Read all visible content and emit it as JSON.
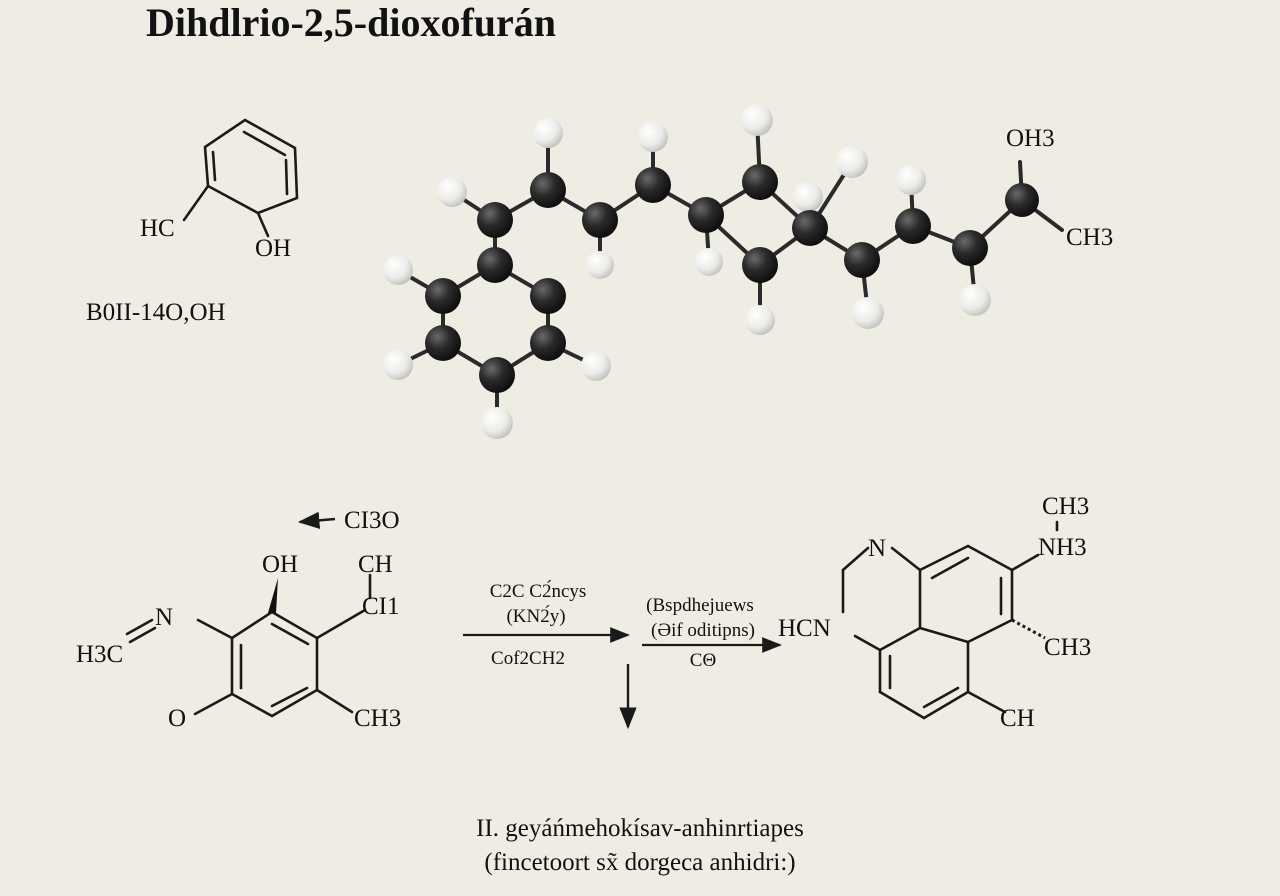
{
  "page": {
    "title": "Dihdlrio-2,5-dioxofurán",
    "colors": {
      "background": "#efede3",
      "ink": "#111111",
      "carbon_atom": "#1e1e1e",
      "hydrogen_atom": "#f4f4f2"
    }
  },
  "top_left_structure": {
    "labels": {
      "hc": "HC",
      "oh": "OH"
    },
    "formula": "B0II-14O,OH"
  },
  "ball_and_stick_model": {
    "labels": {
      "oh3": "OH3",
      "ch3": "CH3"
    }
  },
  "reactant": {
    "labels": {
      "ci3o": "CI3O",
      "oh": "OH",
      "ch": "CH",
      "ci1": "CI1",
      "n": "N",
      "h3c": "H3C",
      "o": "O",
      "ch3": "CH3"
    }
  },
  "reaction_step_1": {
    "above": [
      "C2C C2́ncys",
      "(KN2́y)"
    ],
    "below": "Cof2CH2"
  },
  "reaction_step_2": {
    "above": [
      "(Bspdhejuews",
      "(Əif oditipns)"
    ],
    "below": "CΘ"
  },
  "product": {
    "labels": {
      "n": "N",
      "ch3_top": "CH3",
      "nh3": "NH3",
      "hcn": "HCN",
      "ch3_mid": "CH3",
      "ch": "CH"
    }
  },
  "caption": {
    "line1": "II. geyáńmehokísav-anhinrtiapes",
    "line2": "(fincetoort  sx̃  dorgeca anhidri:)"
  }
}
